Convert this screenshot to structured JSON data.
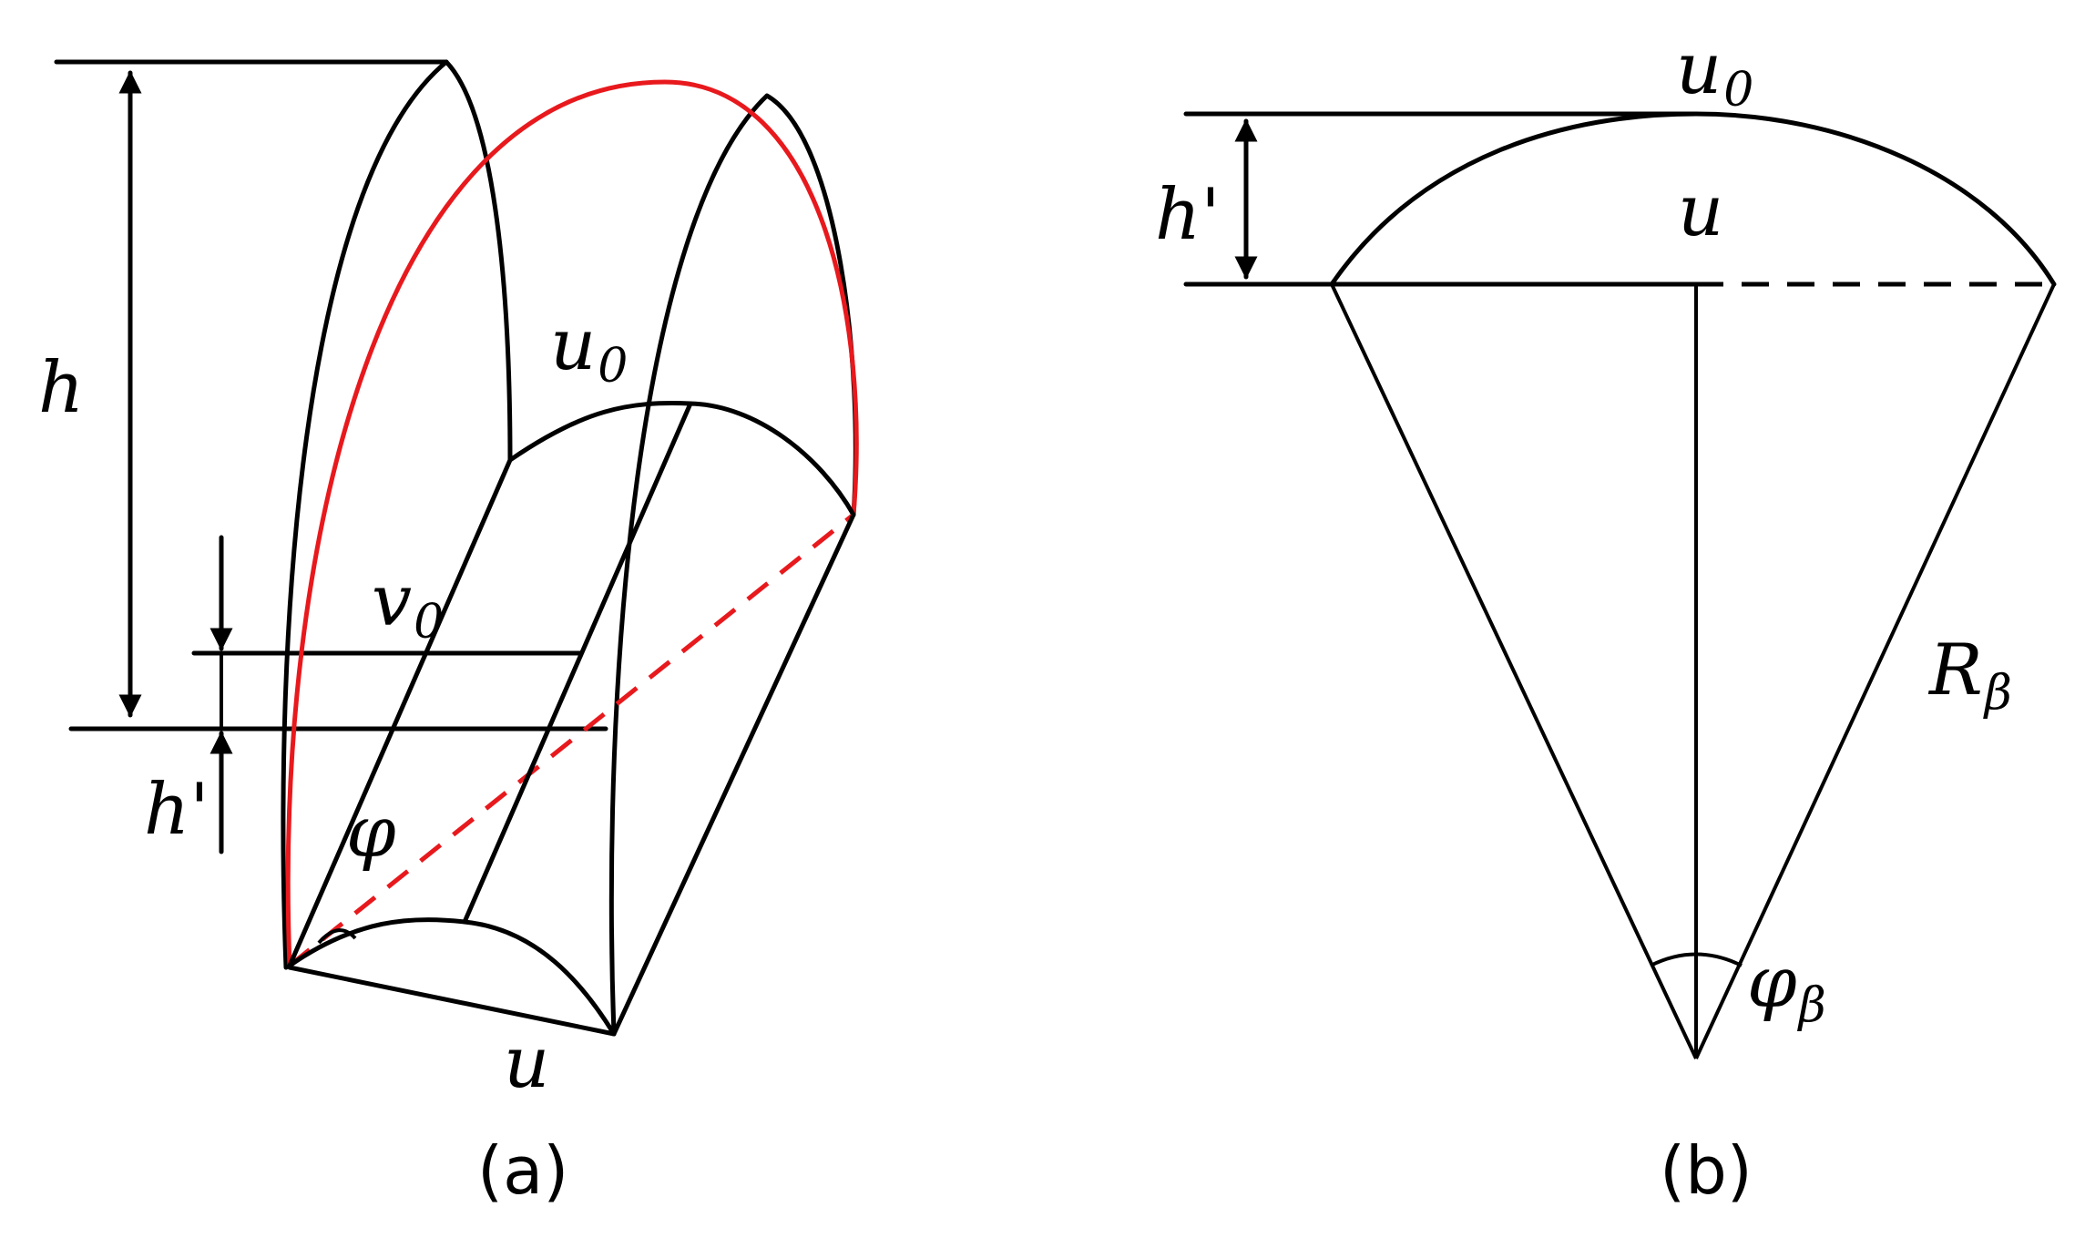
{
  "colors": {
    "line": "#000000",
    "accent": "#e8191d",
    "background": "#ffffff"
  },
  "panel_a": {
    "caption": "(a)",
    "labels": {
      "h": "h",
      "h_prime": "h'",
      "u0": "u",
      "u0_sub": "0",
      "v0": "v",
      "v0_sub": "0",
      "phi": "φ",
      "u": "u"
    }
  },
  "panel_b": {
    "caption": "(b)",
    "labels": {
      "u0": "u",
      "u0_sub": "0",
      "h_prime": "h'",
      "u": "u",
      "R": "R",
      "R_sub": "β",
      "phi": "φ",
      "phi_sub": "β"
    }
  }
}
